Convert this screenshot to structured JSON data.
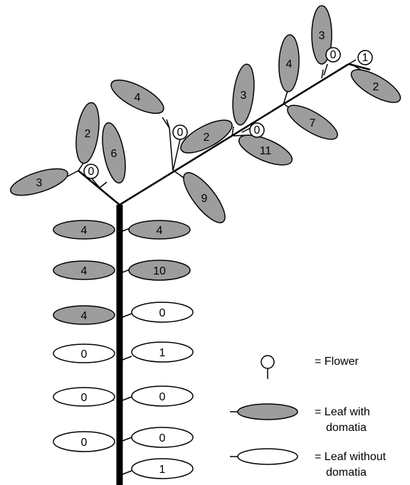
{
  "colors": {
    "leaf_with_domatia": "#9d9d9d",
    "leaf_without_domatia": "#ffffff",
    "outline": "#000000",
    "stem": "#000000"
  },
  "leaves": [
    {
      "id": "stem-l1",
      "count": "4",
      "domatia": true
    },
    {
      "id": "stem-r1",
      "count": "4",
      "domatia": true
    },
    {
      "id": "stem-l2",
      "count": "4",
      "domatia": true
    },
    {
      "id": "stem-r2",
      "count": "10",
      "domatia": true
    },
    {
      "id": "stem-l3",
      "count": "4",
      "domatia": true
    },
    {
      "id": "stem-r3",
      "count": "0",
      "domatia": false
    },
    {
      "id": "stem-l4",
      "count": "0",
      "domatia": false
    },
    {
      "id": "stem-r4",
      "count": "1",
      "domatia": false
    },
    {
      "id": "stem-l5",
      "count": "0",
      "domatia": false
    },
    {
      "id": "stem-r5",
      "count": "0",
      "domatia": false
    },
    {
      "id": "stem-l6",
      "count": "0",
      "domatia": false
    },
    {
      "id": "stem-r6",
      "count": "0",
      "domatia": false
    },
    {
      "id": "stem-r7",
      "count": "1",
      "domatia": false
    },
    {
      "id": "left-branch-3",
      "count": "3",
      "domatia": true
    },
    {
      "id": "left-branch-2",
      "count": "2",
      "domatia": true
    },
    {
      "id": "left-branch-6",
      "count": "6",
      "domatia": true
    },
    {
      "id": "mid-branch-4",
      "count": "4",
      "domatia": true
    },
    {
      "id": "mid-branch-2",
      "count": "2",
      "domatia": true
    },
    {
      "id": "mid-branch-9",
      "count": "9",
      "domatia": true
    },
    {
      "id": "right-branch-3",
      "count": "3",
      "domatia": true
    },
    {
      "id": "right-branch-11",
      "count": "11",
      "domatia": true
    },
    {
      "id": "right-branch-4",
      "count": "4",
      "domatia": true
    },
    {
      "id": "right-branch-7",
      "count": "7",
      "domatia": true
    },
    {
      "id": "tip-3",
      "count": "3",
      "domatia": true
    },
    {
      "id": "tip-2",
      "count": "2",
      "domatia": true
    }
  ],
  "flowers": [
    {
      "id": "flower-left",
      "count": "0"
    },
    {
      "id": "flower-mid",
      "count": "0"
    },
    {
      "id": "flower-right-1",
      "count": "0"
    },
    {
      "id": "flower-right-2",
      "count": "0"
    },
    {
      "id": "flower-tip",
      "count": "1"
    }
  ],
  "legend": {
    "flower": "= Flower",
    "leaf_with_line1": "= Leaf with",
    "leaf_with_line2": "domatia",
    "leaf_without_line1": "= Leaf without",
    "leaf_without_line2": "domatia"
  }
}
